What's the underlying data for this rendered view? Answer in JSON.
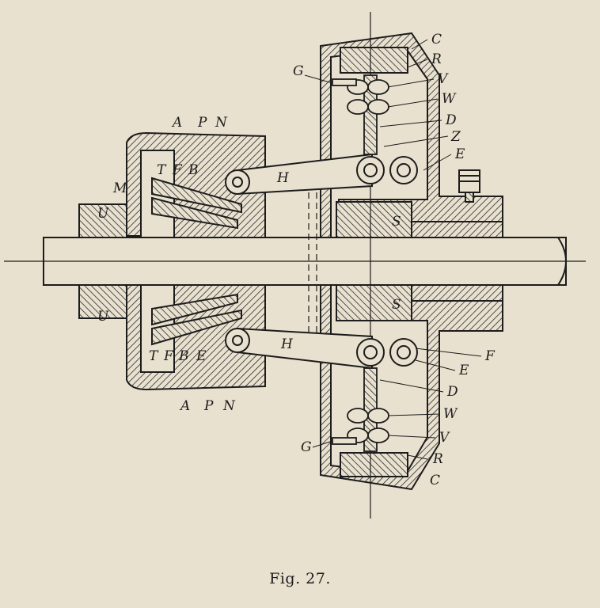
{
  "caption": "Fig. 27.",
  "labels": {
    "A_top": "A",
    "P_top": "P",
    "N_top": "N",
    "T_top": "T",
    "F_top": "F",
    "B_top": "B",
    "M": "M",
    "U_top": "U",
    "H_top": "H",
    "C_top": "C",
    "R_top": "R",
    "G_top": "G",
    "V_top": "V",
    "W_top": "W",
    "D_top": "D",
    "Z": "Z",
    "E_top": "E",
    "S_top": "S",
    "S_bot": "S",
    "U_bot": "U",
    "T_bot": "T",
    "F_bot": "F",
    "B_bot": "B",
    "E_bot_left": "E",
    "H_bot": "H",
    "F_right": "F",
    "E_bot_right": "E",
    "D_bot": "D",
    "W_bot": "W",
    "V_bot": "V",
    "R_bot": "R",
    "G_bot": "G",
    "C_bot": "C",
    "A_bot": "A",
    "P_bot": "P",
    "N_bot": "N"
  }
}
